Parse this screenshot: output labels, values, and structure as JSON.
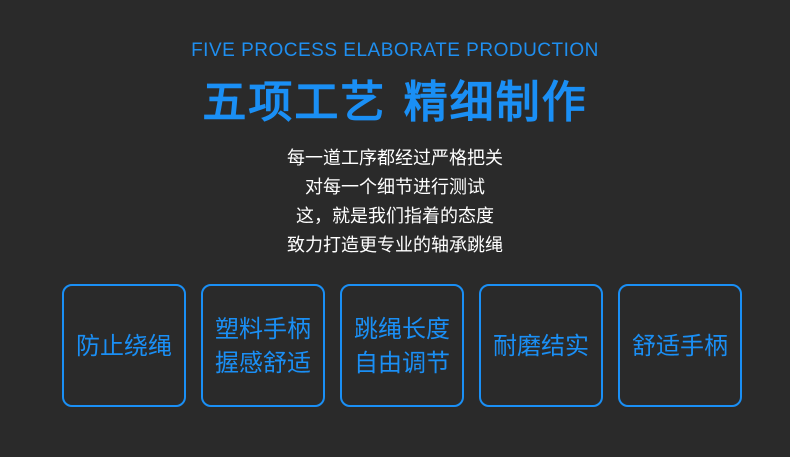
{
  "header": {
    "subtitle_en": "FIVE PROCESS ELABORATE PRODUCTION",
    "title_cn": "五项工艺 精细制作"
  },
  "description": [
    "每一道工序都经过严格把关",
    "对每一个细节进行测试",
    "这，就是我们指着的态度",
    "致力打造更专业的轴承跳绳"
  ],
  "cards": [
    {
      "lines": [
        "防止绕绳"
      ]
    },
    {
      "lines": [
        "塑料手柄",
        "握感舒适"
      ]
    },
    {
      "lines": [
        "跳绳长度",
        "自由调节"
      ]
    },
    {
      "lines": [
        "耐磨结实"
      ]
    },
    {
      "lines": [
        "舒适手柄"
      ]
    }
  ],
  "colors": {
    "accent": "#1a8ff5",
    "background": "#2a2a2a",
    "text": "#ffffff"
  }
}
